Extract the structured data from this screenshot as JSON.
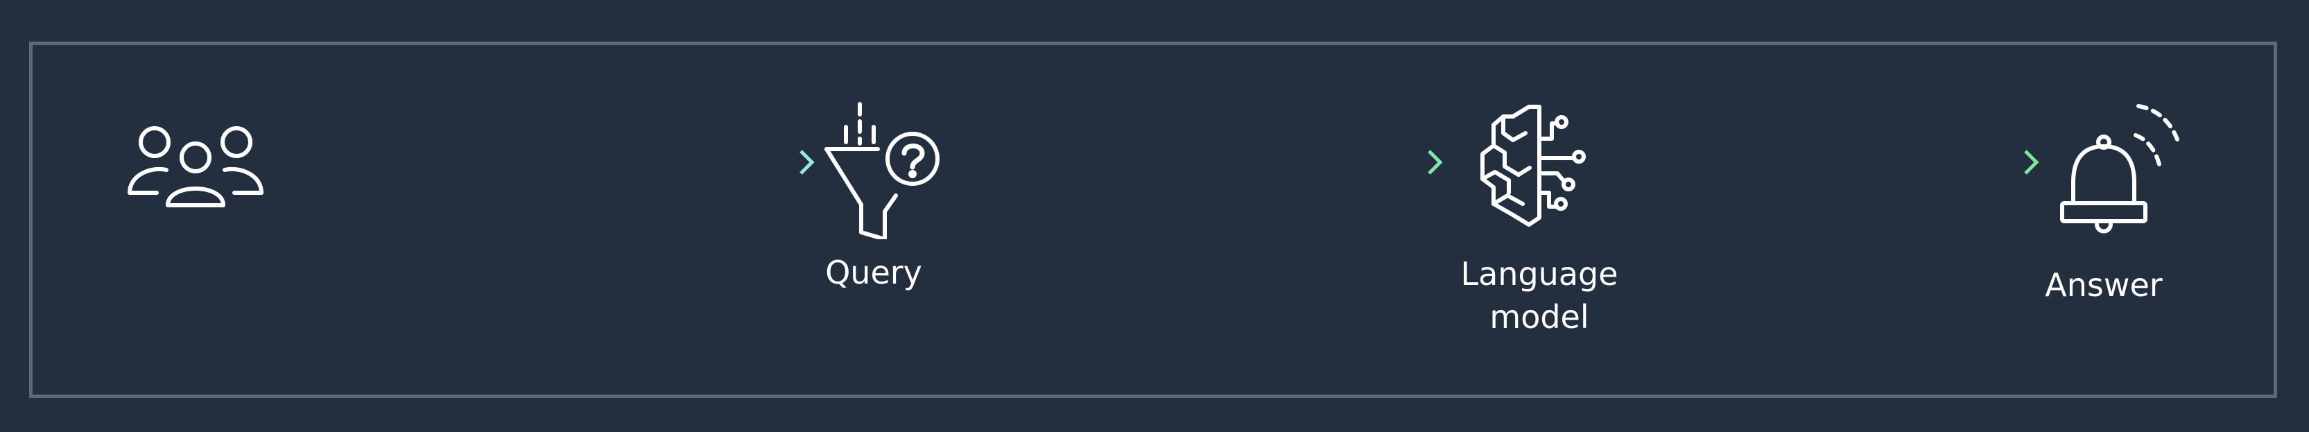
{
  "colors": {
    "background": "#232f3e",
    "frame": "#5d6877",
    "icon": "#ffffff",
    "connector_start": "#a8ecec",
    "connector_end": "#7ee89a"
  },
  "nodes": [
    {
      "id": "users",
      "icon": "users-group-icon",
      "label": ""
    },
    {
      "id": "query",
      "icon": "funnel-question-icon",
      "label": "Query"
    },
    {
      "id": "language_model",
      "icon": "brain-circuit-icon",
      "label": "Language model",
      "label_lines": [
        "Language",
        "model"
      ]
    },
    {
      "id": "answer",
      "icon": "bell-notification-icon",
      "label": "Answer"
    }
  ],
  "edges": [
    {
      "from": "users",
      "to": "query",
      "style": "dotted-arrow"
    },
    {
      "from": "query",
      "to": "language_model",
      "style": "dotted-arrow"
    },
    {
      "from": "language_model",
      "to": "answer",
      "style": "dotted-arrow"
    }
  ]
}
